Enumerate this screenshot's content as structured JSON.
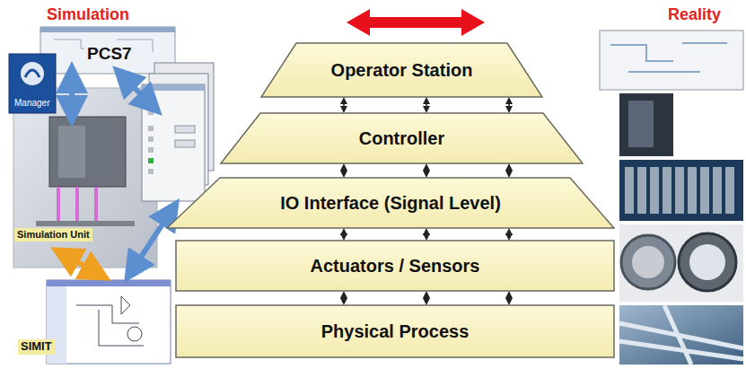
{
  "diagram": {
    "nodes": [
      {
        "text": [
          "Operator Station"
        ]
      },
      {
        "text": [
          "Controller"
        ]
      },
      {
        "text": [
          "IO Interface (Signal Level)"
        ]
      },
      {
        "text": [
          "Actuators / Sensors"
        ]
      },
      {
        "text": [
          "Physical Process"
        ]
      }
    ],
    "edges": [
      {
        "from": 0,
        "to": 1,
        "arrow": "both"
      },
      {
        "from": 0,
        "to": 1,
        "arrow": "both"
      },
      {
        "from": 0,
        "to": 1,
        "arrow": "both"
      },
      {
        "from": 1,
        "to": 2,
        "arrow": "both"
      },
      {
        "from": 1,
        "to": 2,
        "arrow": "both"
      },
      {
        "from": 1,
        "to": 2,
        "arrow": "both"
      },
      {
        "from": 2,
        "to": 3,
        "arrow": "both"
      },
      {
        "from": 2,
        "to": 3,
        "arrow": "both"
      },
      {
        "from": 2,
        "to": 3,
        "arrow": "both"
      },
      {
        "from": 3,
        "to": 4,
        "arrow": "both"
      },
      {
        "from": 3,
        "to": 4,
        "arrow": "both"
      },
      {
        "from": 3,
        "to": 4,
        "arrow": "both"
      }
    ],
    "labels": [
      "Simulation",
      "Reality",
      "PCS7",
      "Manager",
      "Simulation Unit",
      "SIMIT"
    ]
  }
}
